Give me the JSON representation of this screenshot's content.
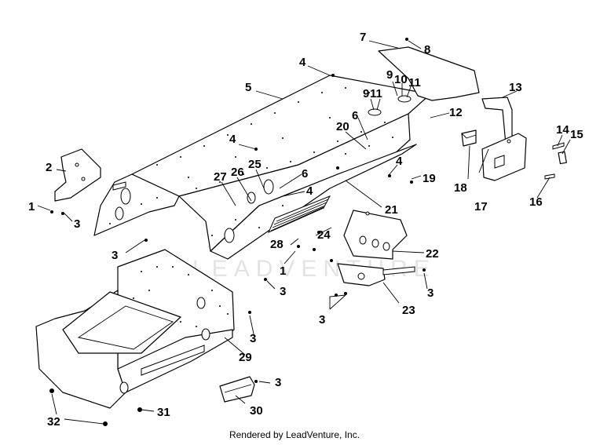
{
  "diagram": {
    "footer_text": "Rendered by LeadVenture, Inc.",
    "watermark_text": "LEADVENTURE",
    "callouts": [
      {
        "id": "c1a",
        "label": "1"
      },
      {
        "id": "c1b",
        "label": "1"
      },
      {
        "id": "c2",
        "label": "2"
      },
      {
        "id": "c3a",
        "label": "3"
      },
      {
        "id": "c3b",
        "label": "3"
      },
      {
        "id": "c3c",
        "label": "3"
      },
      {
        "id": "c3d",
        "label": "3"
      },
      {
        "id": "c3e",
        "label": "3"
      },
      {
        "id": "c3f",
        "label": "3"
      },
      {
        "id": "c3g",
        "label": "3"
      },
      {
        "id": "c4a",
        "label": "4"
      },
      {
        "id": "c4b",
        "label": "4"
      },
      {
        "id": "c4c",
        "label": "4"
      },
      {
        "id": "c4d",
        "label": "4"
      },
      {
        "id": "c5",
        "label": "5"
      },
      {
        "id": "c6a",
        "label": "6"
      },
      {
        "id": "c6b",
        "label": "6"
      },
      {
        "id": "c7",
        "label": "7"
      },
      {
        "id": "c8",
        "label": "8"
      },
      {
        "id": "c9a",
        "label": "9"
      },
      {
        "id": "c9b",
        "label": "9"
      },
      {
        "id": "c10",
        "label": "10"
      },
      {
        "id": "c11a",
        "label": "11"
      },
      {
        "id": "c11b",
        "label": "11"
      },
      {
        "id": "c12",
        "label": "12"
      },
      {
        "id": "c13",
        "label": "13"
      },
      {
        "id": "c14",
        "label": "14"
      },
      {
        "id": "c15",
        "label": "15"
      },
      {
        "id": "c16",
        "label": "16"
      },
      {
        "id": "c17",
        "label": "17"
      },
      {
        "id": "c18",
        "label": "18"
      },
      {
        "id": "c19",
        "label": "19"
      },
      {
        "id": "c20",
        "label": "20"
      },
      {
        "id": "c21",
        "label": "21"
      },
      {
        "id": "c22",
        "label": "22"
      },
      {
        "id": "c23",
        "label": "23"
      },
      {
        "id": "c24",
        "label": "24"
      },
      {
        "id": "c25",
        "label": "25"
      },
      {
        "id": "c26",
        "label": "26"
      },
      {
        "id": "c27",
        "label": "27"
      },
      {
        "id": "c28",
        "label": "28"
      },
      {
        "id": "c29",
        "label": "29"
      },
      {
        "id": "c30",
        "label": "30"
      },
      {
        "id": "c31",
        "label": "31"
      },
      {
        "id": "c32",
        "label": "32"
      }
    ]
  }
}
